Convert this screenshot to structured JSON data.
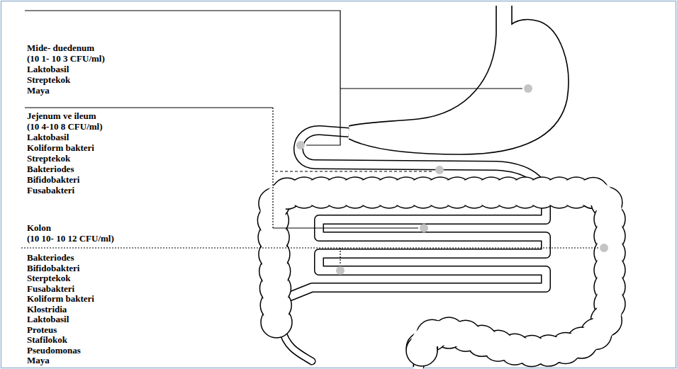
{
  "diagram": {
    "labels": [
      "Mide- duedenum",
      "(10 1- 10 3 CFU/ml)",
      "Laktobasil",
      "Streptekok",
      "Maya",
      "Jejenum ve ileum",
      "(10 4-10 8 CFU/ml)",
      "Laktobasil",
      "Koliform bakteri",
      "Streptekok",
      "Bakteriodes",
      "Bifidobakteri",
      "Fusabakteri",
      "Kolon",
      "(10 10- 10 12 CFU/ml)",
      "Bakteriodes",
      "Bifidobakteri",
      "Sterptekok",
      "Fusabakteri",
      "Koliform bakteri",
      "Klostridia",
      "Laktobasil",
      "Proteus",
      "Stafilokok",
      "Pseudomonas",
      "Maya"
    ]
  }
}
